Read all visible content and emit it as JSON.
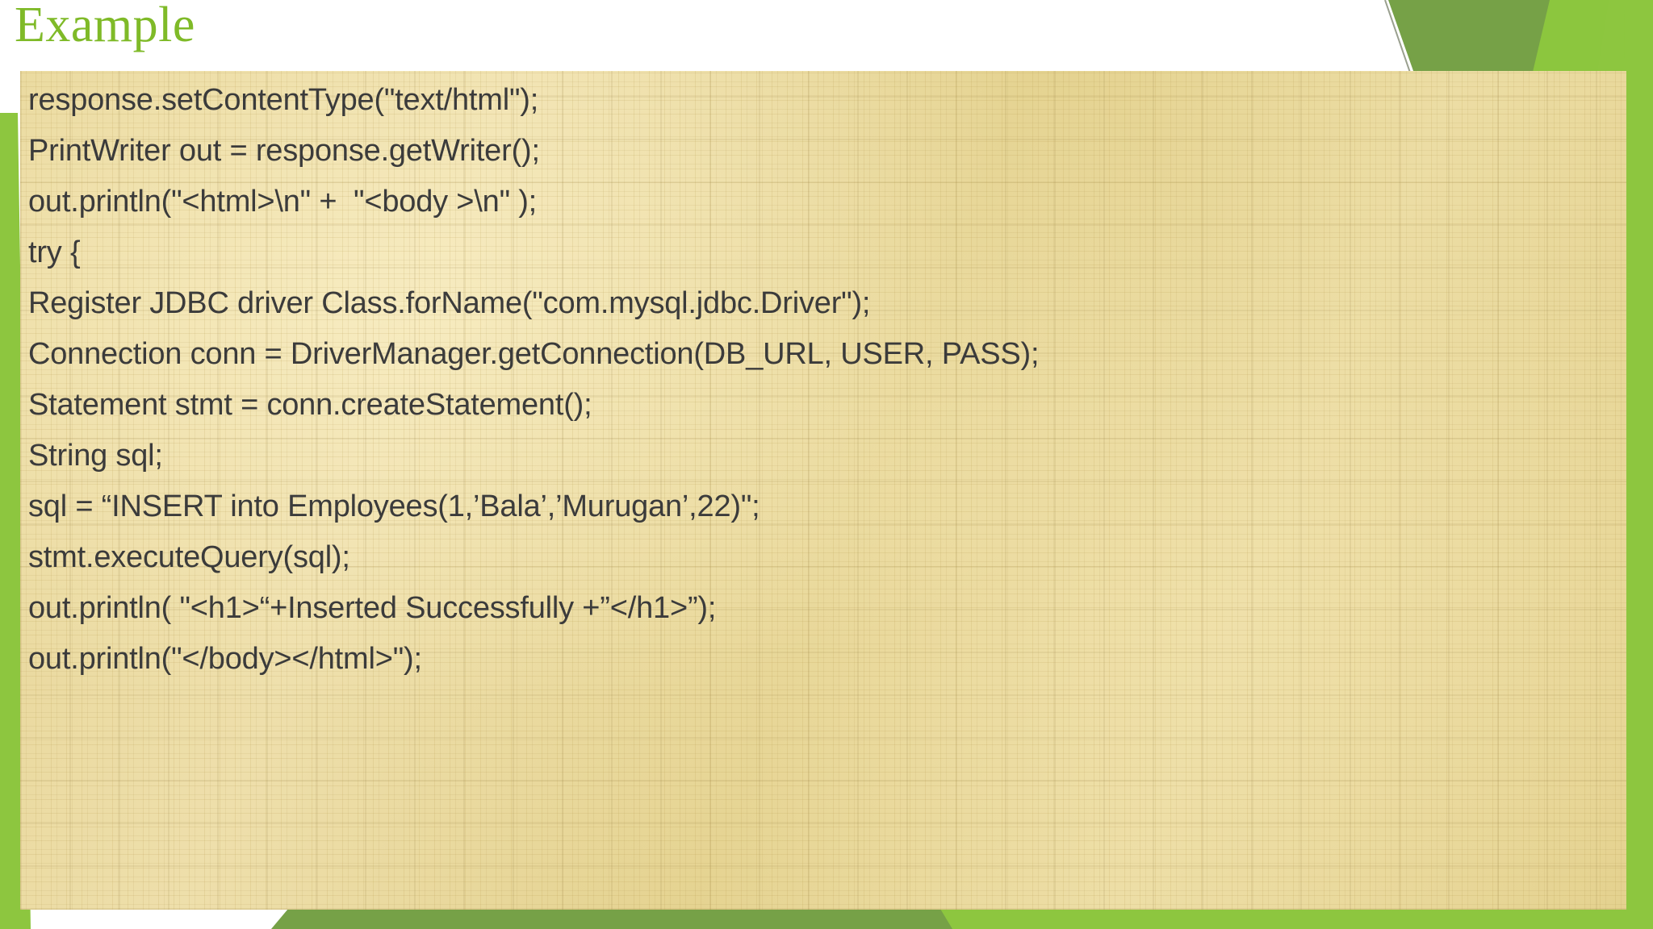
{
  "slide": {
    "title": "Example",
    "title_color": "#7fba28",
    "body_text_color": "#3b3b3b",
    "body_background_color": "#e7d596",
    "accent_green_light": "#8CC63E",
    "accent_green_dark": "#76A147",
    "code_lines": [
      "response.setContentType(\"text/html\");",
      "PrintWriter out = response.getWriter();",
      "out.println(\"<html>\\n\" +  \"<body >\\n\" );",
      "try {",
      "Register JDBC driver Class.forName(\"com.mysql.jdbc.Driver\");",
      "Connection conn = DriverManager.getConnection(DB_URL, USER, PASS);",
      "Statement stmt = conn.createStatement();",
      "String sql;",
      "sql = “INSERT into Employees(1,’Bala’,’Murugan’,22)\";",
      "stmt.executeQuery(sql);",
      "out.println( \"<h1>“+Inserted Successfully +”</h1>”);",
      "out.println(\"</body></html>\");"
    ]
  }
}
